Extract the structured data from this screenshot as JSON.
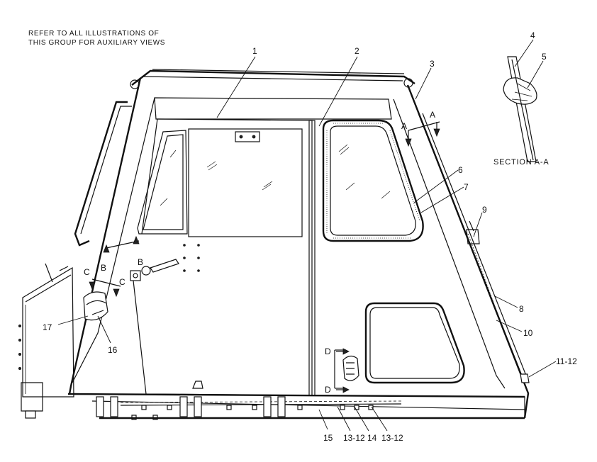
{
  "notes": {
    "line1": "REFER TO ALL ILLUSTRATIONS OF",
    "line2": "THIS GROUP FOR AUXILIARY VIEWS"
  },
  "section_title": "SECTION A-A",
  "callouts": {
    "c1": "1",
    "c2": "2",
    "c3": "3",
    "c4": "4",
    "c5": "5",
    "c6": "6",
    "c7": "7",
    "c8": "8",
    "c9": "9",
    "c10": "10",
    "c11_12": "11-12",
    "c13_12a": "13-12",
    "c14": "14",
    "c13_12b": "13-12",
    "c15": "15",
    "c16": "16",
    "c17": "17"
  },
  "view_markers": {
    "a_left": "A",
    "a_right": "A",
    "b_left": "B",
    "b_right": "B",
    "c_left": "C",
    "c_right": "C",
    "d_top": "D",
    "d_bottom": "D"
  }
}
